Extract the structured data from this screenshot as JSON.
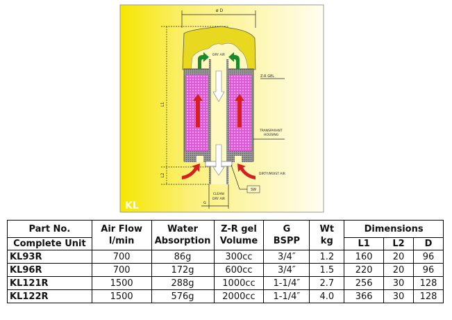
{
  "diagram": {
    "model_label": "KL",
    "dim_d": "ø D",
    "dim_l1": "L1",
    "dim_l2": "L2",
    "dim_g": "G",
    "dry_air": "DRY AIR",
    "zr_gel": "Z-R GEL",
    "housing_1": "TRANSPARANT",
    "housing_2": "HOUSING",
    "dirty_air": "DIRTY/MOIST AIR",
    "sw": "SW",
    "clean_1": "CLEAN/",
    "clean_2": "DRY AIR",
    "colors": {
      "yellow": "#f5e600",
      "pale": "#fffbe0",
      "gel": "#e055d8",
      "arrow_red": "#d42020",
      "arrow_green": "#1a8a2a"
    }
  },
  "table": {
    "headers": {
      "part_no": "Part No.",
      "complete_unit": "Complete Unit",
      "air_flow_1": "Air Flow",
      "air_flow_2": "l/min",
      "water_1": "Water",
      "water_2": "Absorption",
      "zr_1": "Z-R gel",
      "zr_2": "Volume",
      "g_1": "G",
      "g_2": "BSPP",
      "wt_1": "Wt",
      "wt_2": "kg",
      "dimensions": "Dimensions",
      "l1": "L1",
      "l2": "L2",
      "d": "D"
    },
    "rows": [
      [
        "KL93R",
        "700",
        "86g",
        "300cc",
        "3/4″",
        "1.2",
        "160",
        "20",
        "96"
      ],
      [
        "KL96R",
        "700",
        "172g",
        "600cc",
        "3/4″",
        "1.5",
        "220",
        "20",
        "96"
      ],
      [
        "KL121R",
        "1500",
        "288g",
        "1000cc",
        "1-1/4″",
        "2.7",
        "256",
        "30",
        "128"
      ],
      [
        "KL122R",
        "1500",
        "576g",
        "2000cc",
        "1-1/4″",
        "4.0",
        "366",
        "30",
        "128"
      ]
    ]
  }
}
